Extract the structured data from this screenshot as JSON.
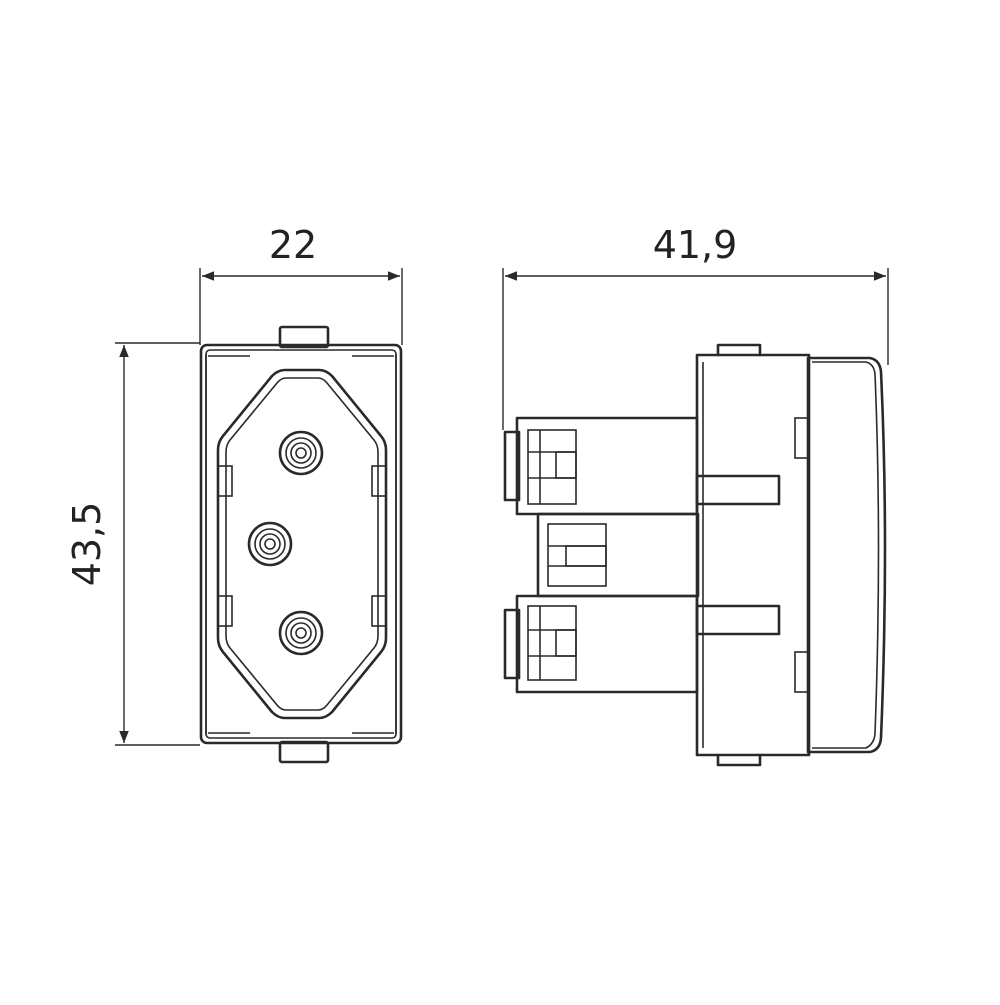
{
  "dimensions": {
    "width_front": "22",
    "height": "43,5",
    "depth_side": "41,9"
  },
  "colors": {
    "line": "#2a2a2a",
    "background": "#ffffff"
  }
}
